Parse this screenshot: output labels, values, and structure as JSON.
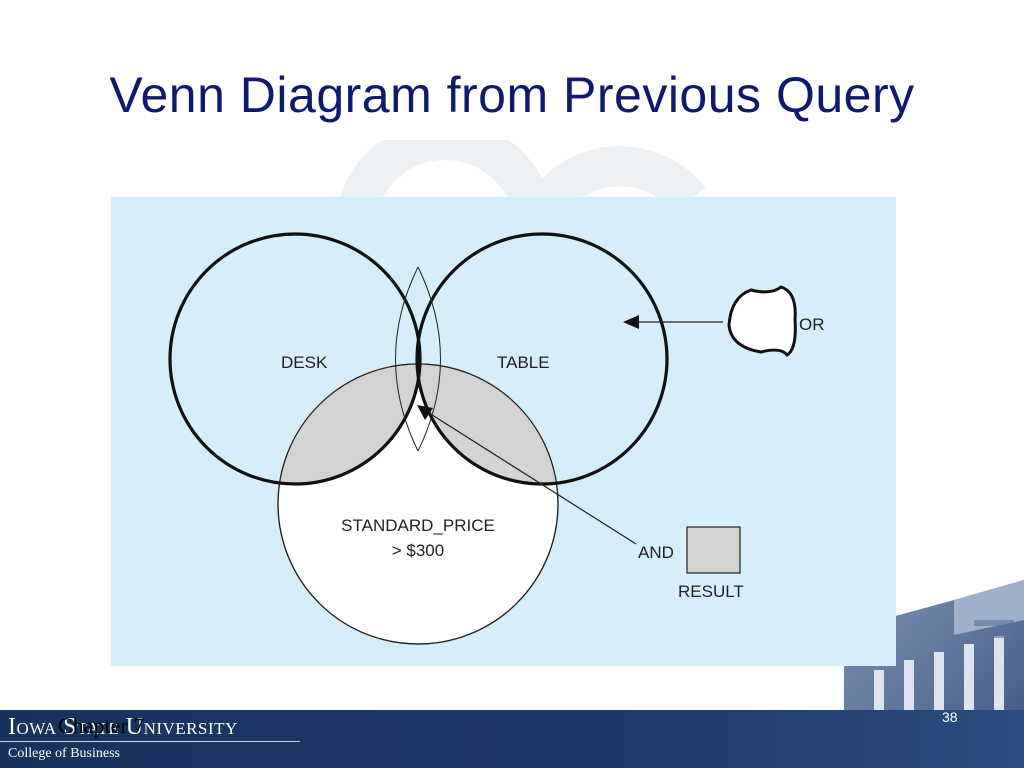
{
  "slide": {
    "title": "Venn Diagram from Previous Query",
    "chapter": "Chapter 7",
    "page_number": "38"
  },
  "branding": {
    "logo_main": "Iowa State University",
    "logo_sub": "College of Business",
    "primary_color": "#1c3a6a",
    "title_color": "#0f1a6e"
  },
  "diagram": {
    "background_color": "#d6eef9",
    "shaded_color": "#d3d3d3",
    "labels": {
      "desk": "DESK",
      "table": "TABLE",
      "standard_price_line1": "STANDARD_PRICE",
      "standard_price_line2": "> $300",
      "or": "OR",
      "and": "AND",
      "result": "RESULT"
    }
  }
}
